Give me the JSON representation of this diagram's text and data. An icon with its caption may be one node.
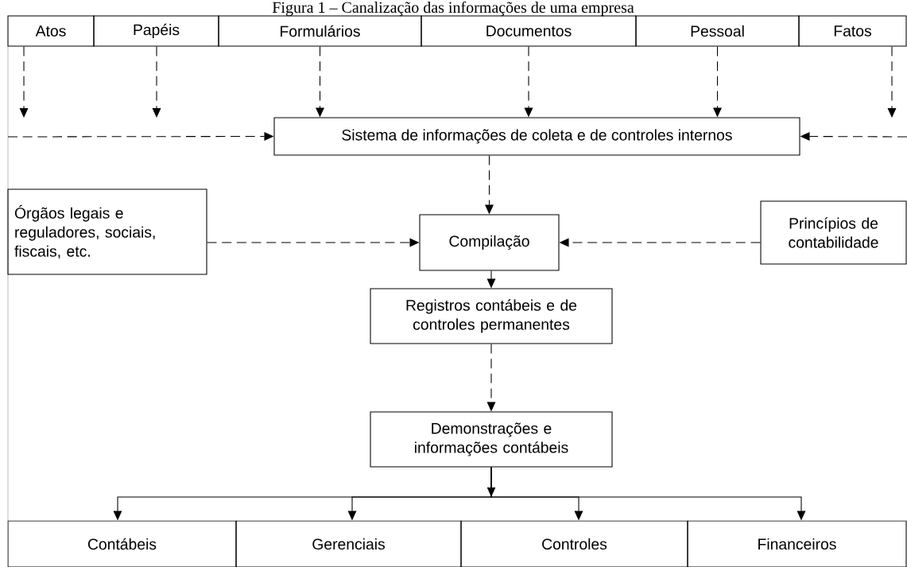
{
  "diagram": {
    "title": "Figura 1 – Canalização das informações de uma empresa",
    "nodes": [
      {
        "text": [
          "Atos"
        ]
      },
      {
        "text": [
          "Papéis"
        ]
      },
      {
        "text": [
          "Formulários"
        ]
      },
      {
        "text": [
          "Documentos"
        ]
      },
      {
        "text": [
          "Pessoal"
        ]
      },
      {
        "text": [
          "Fatos"
        ]
      },
      {
        "text": [
          "Sistema de informações de coleta e de controles internos"
        ]
      },
      {
        "text": [
          "Órgãos legais e reguladores, sociais, fiscais, etc."
        ]
      },
      {
        "text": [
          "Compilação"
        ]
      },
      {
        "text": [
          "Princípios de contabilidade"
        ]
      },
      {
        "text": [
          "Registros contábeis e de controles permanentes"
        ]
      },
      {
        "text": [
          "Demonstrações e informações contábeis"
        ]
      },
      {
        "text": [
          "Contábeis"
        ]
      },
      {
        "text": [
          "Gerenciais"
        ]
      },
      {
        "text": [
          "Controles"
        ]
      },
      {
        "text": [
          "Financeiros"
        ]
      }
    ],
    "edges": [
      {
        "from": 0,
        "to": null,
        "arrow": "to",
        "style": "dashed"
      },
      {
        "from": 1,
        "to": null,
        "arrow": "to",
        "style": "dashed"
      },
      {
        "from": 2,
        "to": 6,
        "arrow": "to",
        "style": "dashed"
      },
      {
        "from": 3,
        "to": 6,
        "arrow": "to",
        "style": "dashed"
      },
      {
        "from": 4,
        "to": 6,
        "arrow": "to",
        "style": "dashed"
      },
      {
        "from": 5,
        "to": null,
        "arrow": "to",
        "style": "dashed"
      },
      {
        "from": null,
        "to": 6,
        "arrow": "to",
        "style": "dashed"
      },
      {
        "from": null,
        "to": 6,
        "arrow": "to",
        "style": "dashed"
      },
      {
        "from": 6,
        "to": 8,
        "arrow": "to",
        "style": "dashed"
      },
      {
        "from": 7,
        "to": 8,
        "arrow": "to",
        "style": "dashed"
      },
      {
        "from": 9,
        "to": 8,
        "arrow": "to",
        "style": "dashed"
      },
      {
        "from": 8,
        "to": 10,
        "arrow": "to",
        "style": "dashed"
      },
      {
        "from": 10,
        "to": 11,
        "arrow": "to",
        "style": "dashed"
      },
      {
        "from": 11,
        "to": 12,
        "arrow": "to"
      },
      {
        "from": 11,
        "to": 13,
        "arrow": "to"
      },
      {
        "from": 11,
        "to": 14,
        "arrow": "to"
      },
      {
        "from": 11,
        "to": 15,
        "arrow": "to"
      }
    ]
  }
}
